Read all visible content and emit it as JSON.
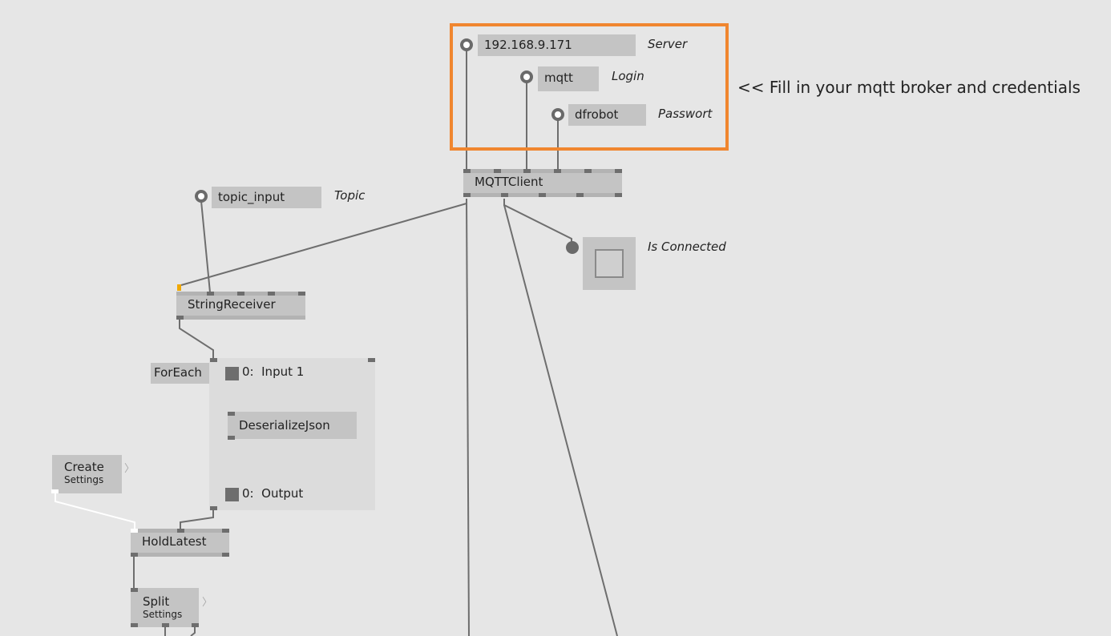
{
  "colors": {
    "highlight": "#f0862f",
    "background": "#e6e6e6",
    "node": "#c4c4c4",
    "wire": "#6e6e6e"
  },
  "inputs": {
    "server": {
      "value": "192.168.9.171",
      "label": "Server"
    },
    "login": {
      "value": "mqtt",
      "label": "Login"
    },
    "password": {
      "value": "dfrobot",
      "label": "Passwort"
    },
    "topic": {
      "value": "topic_input",
      "label": "Topic"
    }
  },
  "comment": "<< Fill in your mqtt broker and credentials",
  "nodes": {
    "mqtt_client": "MQTTClient",
    "string_receiver": "StringReceiver",
    "foreach": "ForEach",
    "input_pin": "0:  Input 1",
    "deserialize": "DeserializeJson",
    "output_pin": "0:  Output",
    "create": "Create",
    "create_sub": "Settings",
    "hold_latest": "HoldLatest",
    "split": "Split",
    "split_sub": "Settings"
  },
  "is_connected": {
    "label": "Is Connected",
    "checked": false
  },
  "chevron": "〉"
}
